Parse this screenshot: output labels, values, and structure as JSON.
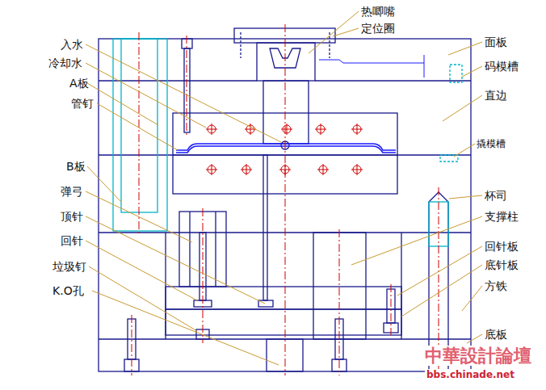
{
  "diagram": {
    "labels": [
      "热唧嘴",
      "定位圈",
      "入水",
      "冷却水",
      "A板",
      "管钉",
      "面板",
      "码模槽",
      "直边",
      "撬模槽",
      "B板",
      "弹弓",
      "顶针",
      "回针",
      "垃圾钉",
      "K.O孔",
      "杯司",
      "支撑柱",
      "回针板",
      "底针板",
      "方铁",
      "底板",
      "中華設計論壇",
      "bbs.chinade.net"
    ]
  }
}
